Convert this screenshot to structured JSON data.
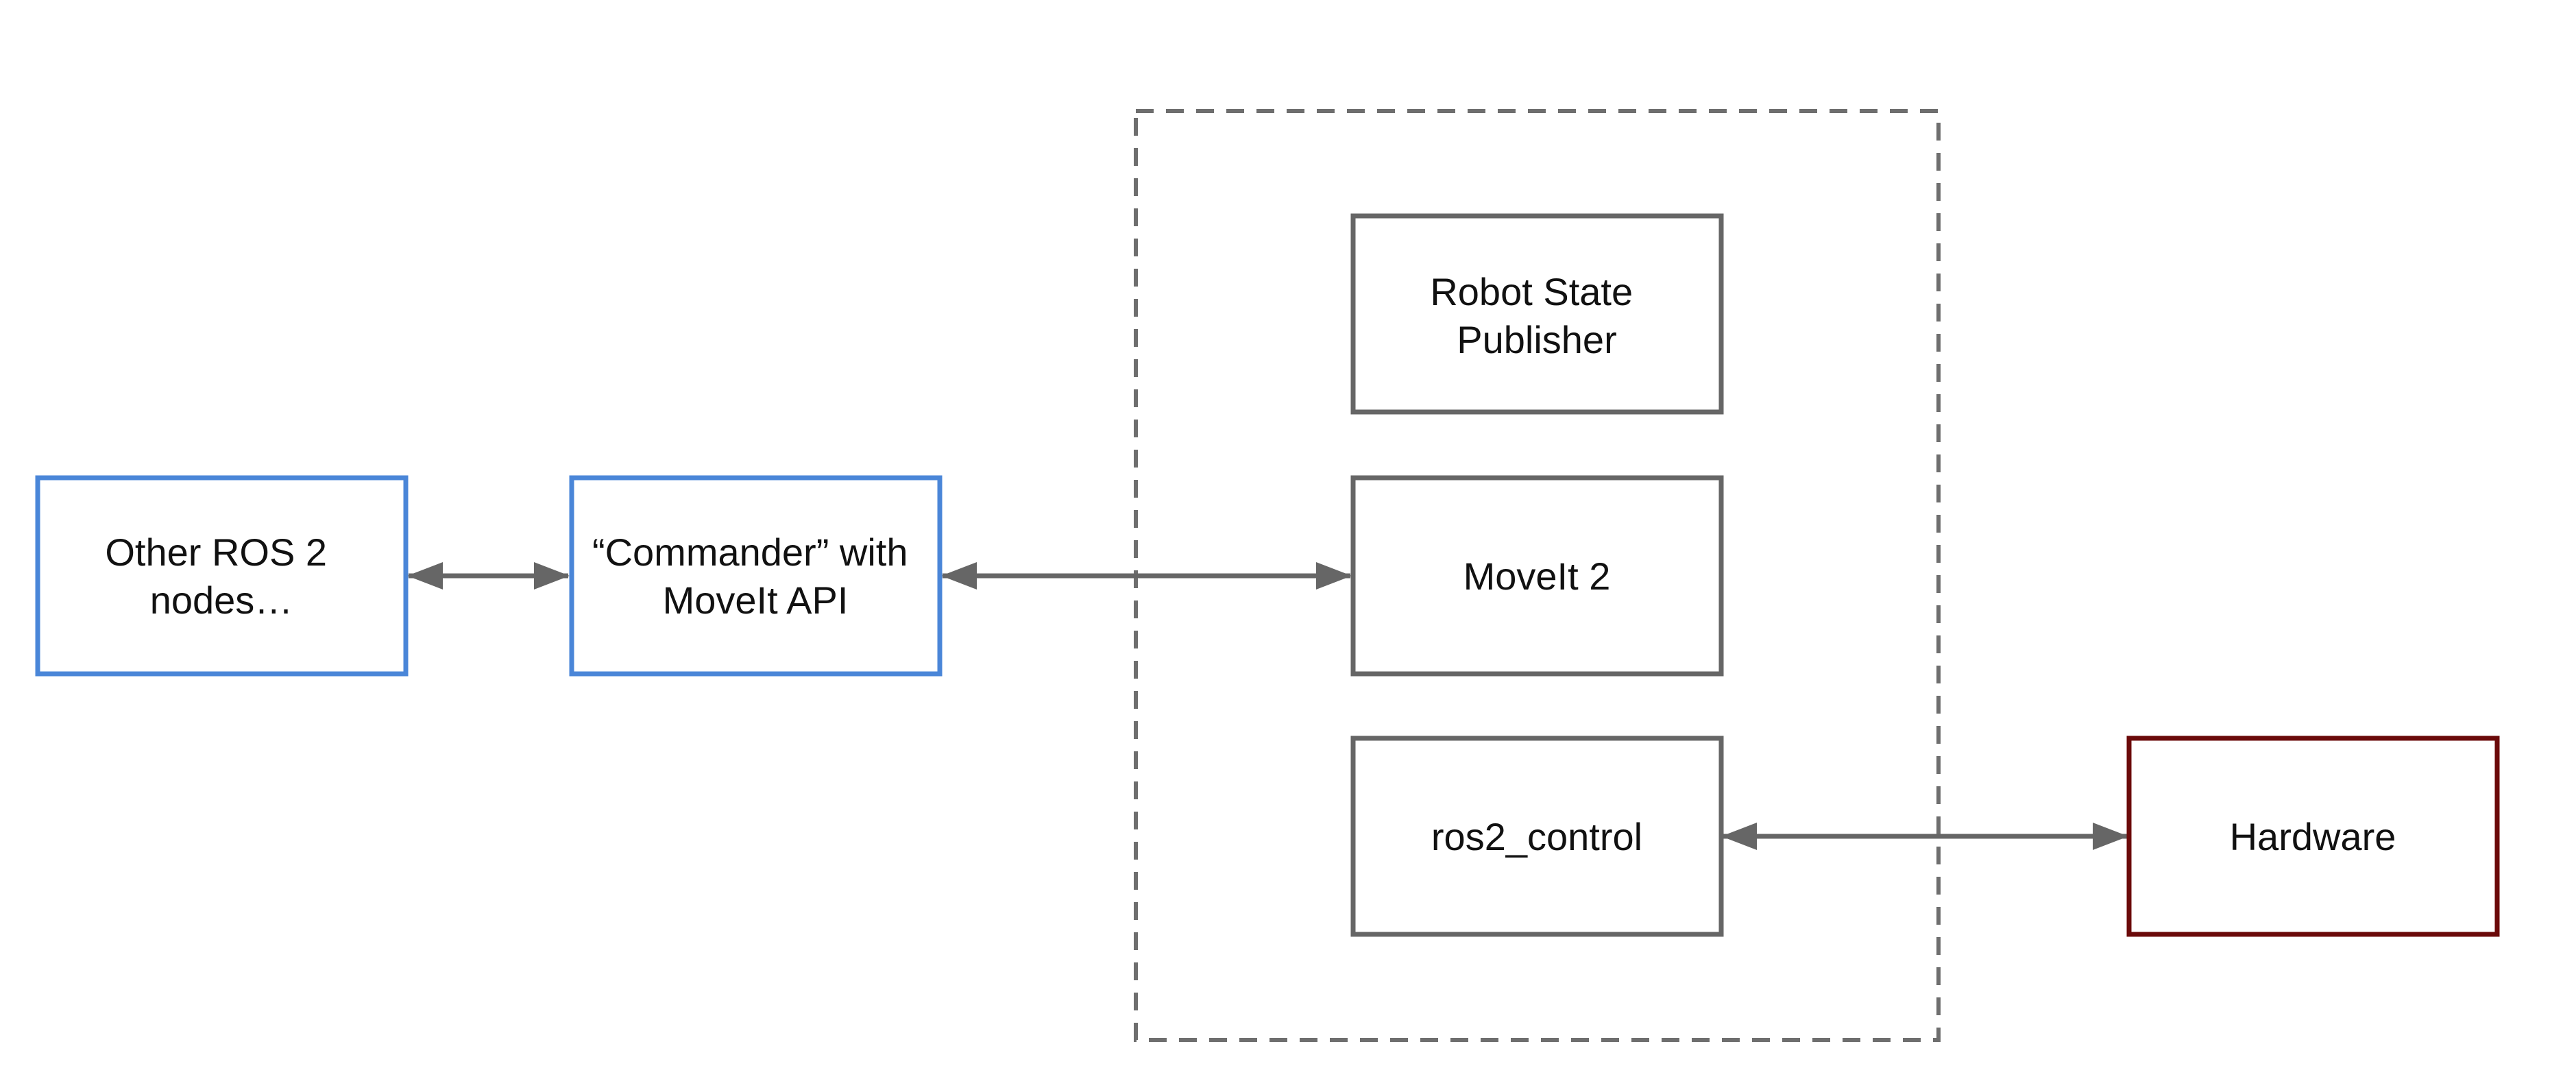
{
  "diagram": {
    "colors": {
      "blue": "#4a86d8",
      "gray": "#666666",
      "dark_red": "#6b0a0a",
      "dashed": "#6e6e6e",
      "arrow": "#666666"
    },
    "nodes": {
      "other_nodes": {
        "lines": [
          "Other ROS 2",
          "nodes…"
        ]
      },
      "commander": {
        "lines": [
          "“Commander” with",
          "MoveIt API"
        ]
      },
      "robot_state_publisher": {
        "lines": [
          "Robot State",
          "Publisher"
        ]
      },
      "moveit2": {
        "lines": [
          "MoveIt 2"
        ]
      },
      "ros2_control": {
        "lines": [
          "ros2_control"
        ]
      },
      "hardware": {
        "lines": [
          "Hardware"
        ]
      }
    }
  }
}
